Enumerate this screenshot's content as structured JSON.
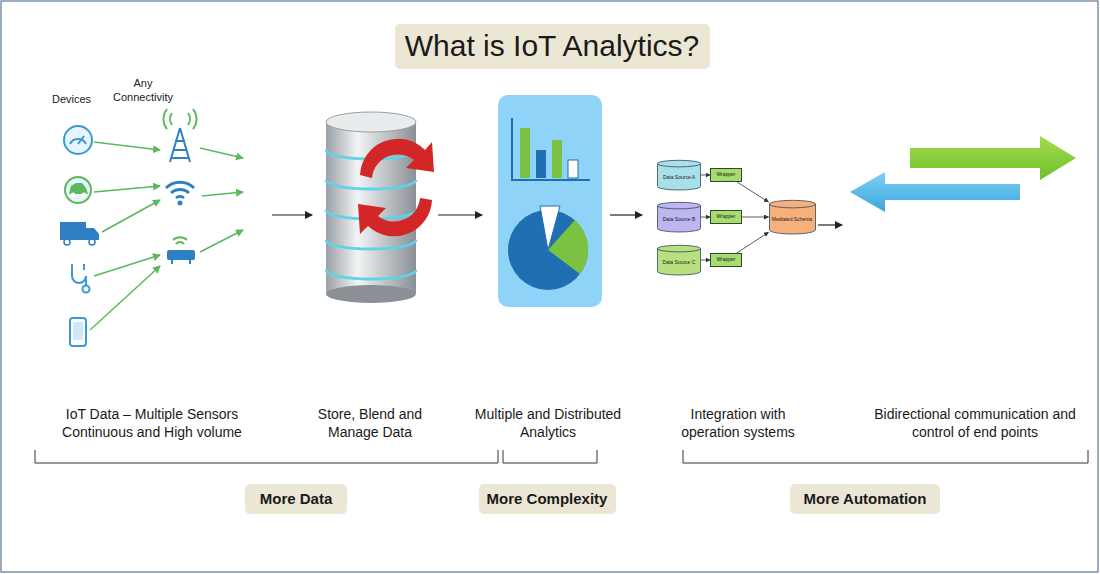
{
  "diagram": {
    "title": "What is IoT Analytics?",
    "nodes": [
      {
        "text": [
          "What is IoT Analytics?"
        ]
      },
      {
        "text": [
          "Data Source A"
        ]
      },
      {
        "text": [
          "Wrapper"
        ]
      },
      {
        "text": [
          "Data Source B"
        ]
      },
      {
        "text": [
          "Wrapper"
        ]
      },
      {
        "text": [
          "Data Source C"
        ]
      },
      {
        "text": [
          "Wrapper"
        ]
      },
      {
        "text": [
          "Mediated Schema"
        ]
      },
      {
        "text": [
          "More Data"
        ]
      },
      {
        "text": [
          "More Complexity"
        ]
      },
      {
        "text": [
          "More Automation"
        ]
      }
    ],
    "edges": [
      {
        "from": 1,
        "to": 2,
        "arrow": "to"
      },
      {
        "from": 3,
        "to": 4,
        "arrow": "to"
      },
      {
        "from": 5,
        "to": 6,
        "arrow": "to"
      },
      {
        "from": 2,
        "to": 7,
        "arrow": "to"
      },
      {
        "from": 4,
        "to": 7,
        "arrow": "to"
      },
      {
        "from": 6,
        "to": 7,
        "arrow": "to"
      }
    ],
    "labels": [
      "Devices",
      "Any Connectivity",
      "IoT Data – Multiple Sensors Continuous and High volume",
      "Store, Blend and Manage Data",
      "Multiple and Distributed Analytics",
      "Integration with operation systems",
      "Bidirectional communication and control of end points"
    ]
  }
}
